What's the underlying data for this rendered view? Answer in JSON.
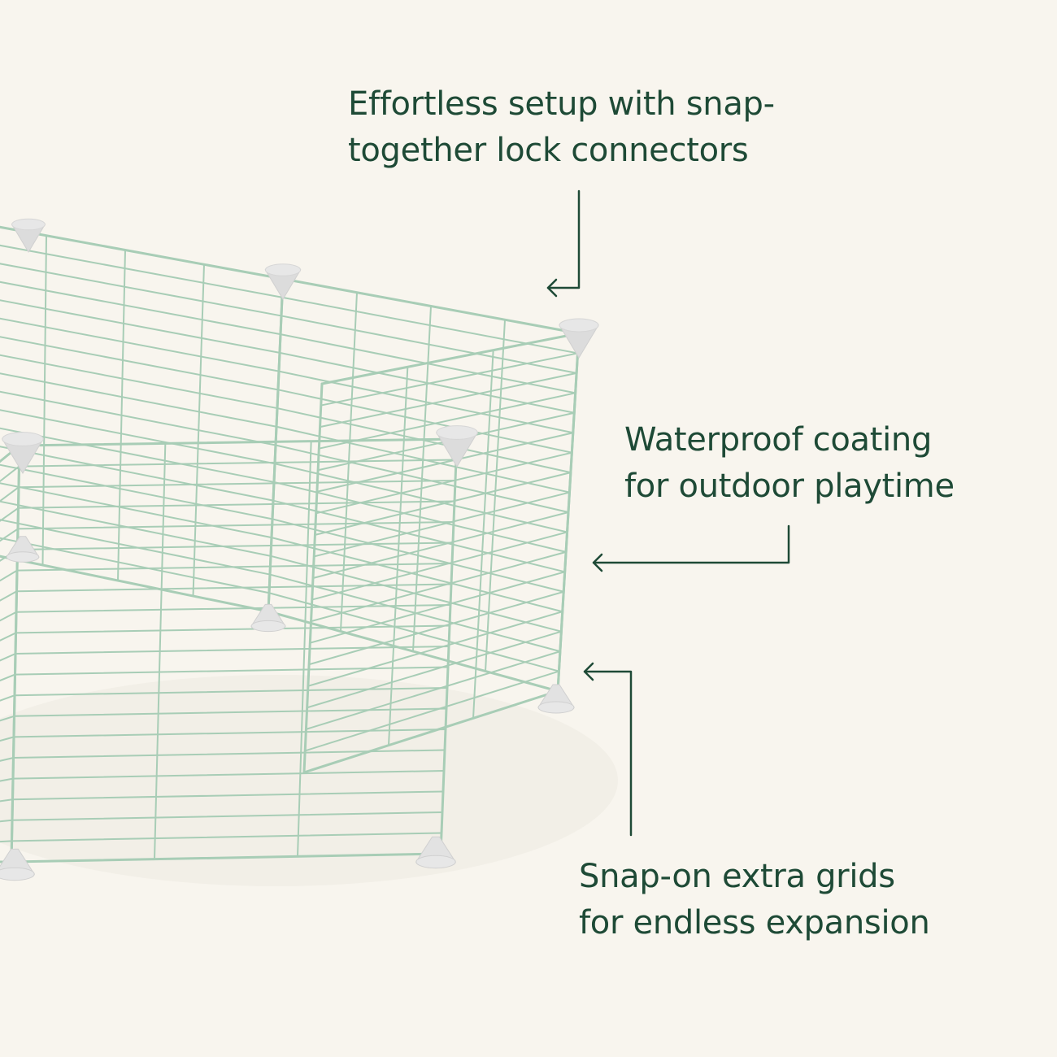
{
  "colors": {
    "background": "#f8f5ee",
    "text": "#1e4a36",
    "wire": "#a8cdb6",
    "connector": "#e7e7e7"
  },
  "callouts": {
    "setup": {
      "line1": "Effortless setup with snap-",
      "line2": "together lock connectors",
      "icon": "arrow-left-icon"
    },
    "waterproof": {
      "line1": "Waterproof coating",
      "line2": "for outdoor playtime",
      "icon": "arrow-left-icon"
    },
    "grids": {
      "line1": "Snap-on extra grids",
      "line2": "for endless expansion",
      "icon": "arrow-left-icon"
    }
  }
}
